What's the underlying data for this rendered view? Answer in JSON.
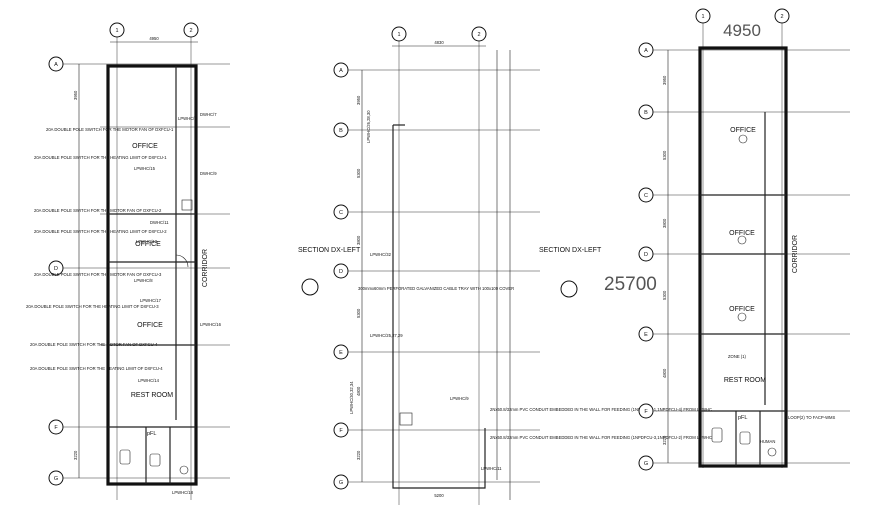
{
  "grid_labels": {
    "columns": [
      "1",
      "2"
    ],
    "rows": [
      "A",
      "B",
      "C",
      "D",
      "E",
      "F",
      "G"
    ]
  },
  "dimensions": {
    "plan1_width": "4950",
    "plan2_width": "4830",
    "plan3_width": "4950",
    "plan3_total_length": "25700",
    "plan2_bottom_width": "5200",
    "row_AB": "3950",
    "row_BC": "5300",
    "row_CD": "3800",
    "row_DE": "5300",
    "row_EF": "4800",
    "row_FG": "3220"
  },
  "rooms": {
    "office": "OFFICE",
    "rest_room": "REST ROOM",
    "corridor": "CORRIDOR",
    "pfl": "pFL"
  },
  "section_labels": {
    "left": "SECTION DX-LEFT",
    "right": "SECTION DX-LEFT"
  },
  "plan1_notes": [
    "20A DOUBLE POLE SWITCH FOR THE MOTOR FAN OF DXFCU-1",
    "20A DOUBLE POLE SWITCH FOR THE HEATING LIMIT OF DXFCU-1",
    "20A DOUBLE POLE SWITCH FOR THE MOTOR FAN OF DXFCU-2",
    "20A DOUBLE POLE SWITCH FOR THE HEATING LIMIT OF DXFCU-2",
    "20A DOUBLE POLE SWITCH FOR THE MOTOR FAN OF DXFCU-3",
    "20A DOUBLE POLE SWITCH FOR THE HEATING LIMIT OF DXFCU-3",
    "20A DOUBLE POLE SWITCH FOR THE MOTOR FAN OF DXFCU-4",
    "20A DOUBLE POLE SWITCH FOR THE HEATING LIMIT OF DXFCU-4"
  ],
  "plan1_tags": [
    "LPWHC/9",
    "DWHC/7",
    "LPWHC/15",
    "DWHC/9",
    "DWHC/11",
    "LPWHC/13",
    "LPWHC/8",
    "LPWHC/17",
    "LPWHC/14",
    "LPWHC/16",
    "LPWHC/18"
  ],
  "plan2_tags": [
    "LPWHC/26,28,30",
    "LPWHC/32",
    "LPWHC/25,27,29",
    "LPWHC/30,32,34",
    "LPWHC/9",
    "LPWHC/11"
  ],
  "plan2_notes": [
    "300mmx60mm PERFORATED GALVANIZED CABLE TRAY WITH 100x100 COVER",
    "2Nx50.8/32mm PVC CONDUIT EMBEDDED IN THE WALL FOR FEEDING (1NPDFCU-1,1NPDFCU-4) FROM LPWHC",
    "2Nx50.8/32mm PVC CONDUIT EMBEDDED IN THE WALL FOR FEEDING (1NPDFCU-3,1NPDFCU-2) FROM LPWHC"
  ],
  "plan3_notes": [
    "ZONE (1)",
    "LOOP(2) TO FACP-WMS",
    "HUMAN"
  ]
}
